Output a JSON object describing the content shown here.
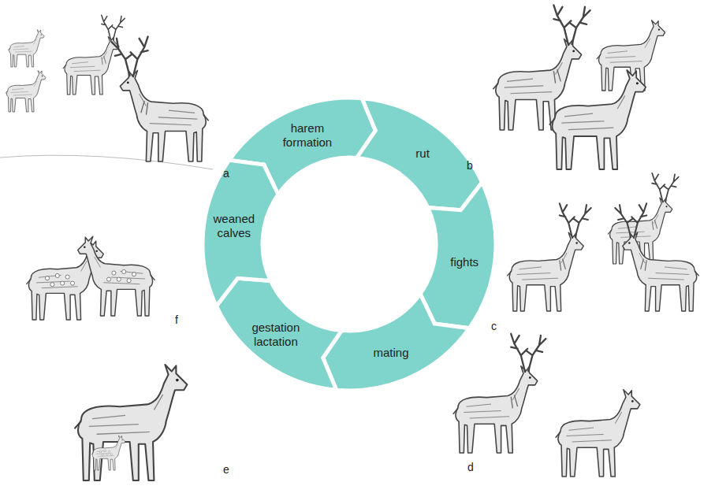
{
  "diagram": {
    "nodes": [
      {
        "text": [
          "harem formation"
        ]
      },
      {
        "text": [
          "rut"
        ]
      },
      {
        "text": [
          "fights"
        ]
      },
      {
        "text": [
          "mating"
        ]
      },
      {
        "text": [
          "gestation lactation"
        ]
      },
      {
        "text": [
          "weaned calves"
        ]
      }
    ],
    "labels": [
      "a",
      "b",
      "c",
      "d",
      "e",
      "f"
    ]
  }
}
